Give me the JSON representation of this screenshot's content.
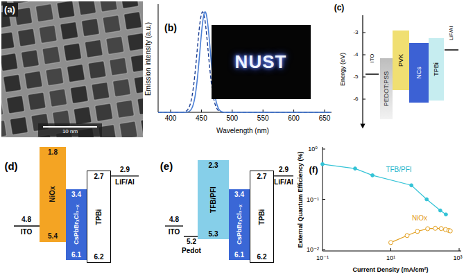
{
  "diagram": {
    "nodes": [
      {
        "text": [
          "PEDOT:PSS"
        ]
      },
      {
        "text": [
          "PVK"
        ]
      },
      {
        "text": [
          "NCs"
        ]
      },
      {
        "text": [
          "TPBi"
        ]
      },
      {
        "text": [
          "1.8",
          "NiOx",
          "5.4"
        ]
      },
      {
        "text": [
          "3.4",
          "CsPbBrₓCl₃₋ₓ",
          "6.1"
        ]
      },
      {
        "text": [
          "2.7",
          "TPBi",
          "6.2"
        ]
      },
      {
        "text": [
          "2.3",
          "TFB/PFI",
          "5.3"
        ]
      },
      {
        "text": [
          "3.4",
          "CsPbBrₓCl₃₋ₓ",
          "6.1"
        ]
      },
      {
        "text": [
          "2.7",
          "TPBi",
          "6.2"
        ]
      }
    ],
    "labels": [
      "(a)",
      "10 nm",
      "(b)",
      "Emission intensity (a.u.)",
      "400",
      "450",
      "500",
      "550",
      "600",
      "650",
      "Wavelength (nm)",
      "NUST",
      "(c)",
      "Energy (eV)",
      "-3",
      "-4",
      "-5",
      "-6",
      "ITO",
      "LiF/Al",
      "(d)",
      "4.8",
      "ITO",
      "2.9",
      "LiF/Al",
      "(e)",
      "4.8",
      "ITO",
      "5.2",
      "Pedot",
      "2.9",
      "LiF/Al",
      "(f)",
      "10⁰",
      "10⁻¹",
      "10⁻²",
      "10⁻¹",
      "10¹",
      "10³",
      "External Quantum Efficiency (%)",
      "Current Density (mA/cm²)",
      "TFB/PFI",
      "NiOx"
    ]
  }
}
